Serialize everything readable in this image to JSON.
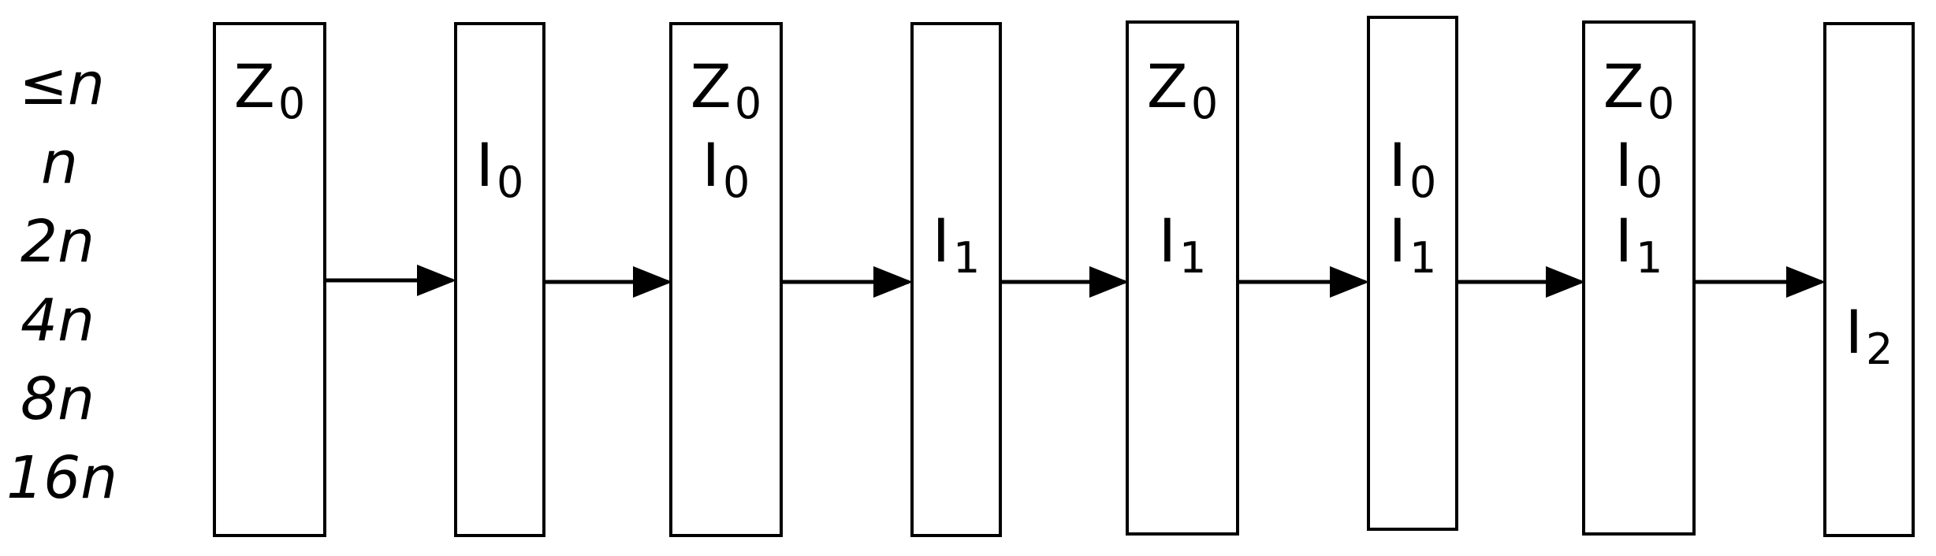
{
  "row_labels": [
    "≤n",
    "n",
    "2n",
    "4n",
    "8n",
    "16n"
  ],
  "columns": [
    {
      "entries": [
        {
          "base": "Z",
          "sub": "0",
          "row": 0
        }
      ]
    },
    {
      "entries": [
        {
          "base": "I",
          "sub": "0",
          "row": 1
        }
      ]
    },
    {
      "entries": [
        {
          "base": "Z",
          "sub": "0",
          "row": 0
        },
        {
          "base": "I",
          "sub": "0",
          "row": 1
        }
      ]
    },
    {
      "entries": [
        {
          "base": "I",
          "sub": "1",
          "row": 2
        }
      ]
    },
    {
      "entries": [
        {
          "base": "Z",
          "sub": "0",
          "row": 0
        },
        {
          "base": "I",
          "sub": "1",
          "row": 2
        }
      ]
    },
    {
      "entries": [
        {
          "base": "I",
          "sub": "0",
          "row": 1
        },
        {
          "base": "I",
          "sub": "1",
          "row": 2
        }
      ]
    },
    {
      "entries": [
        {
          "base": "Z",
          "sub": "0",
          "row": 0
        },
        {
          "base": "I",
          "sub": "0",
          "row": 1
        },
        {
          "base": "I",
          "sub": "1",
          "row": 2
        }
      ]
    },
    {
      "entries": [
        {
          "base": "I",
          "sub": "2",
          "row": 3
        }
      ]
    }
  ],
  "colors": {
    "stroke": "#000000",
    "background": "#ffffff"
  }
}
